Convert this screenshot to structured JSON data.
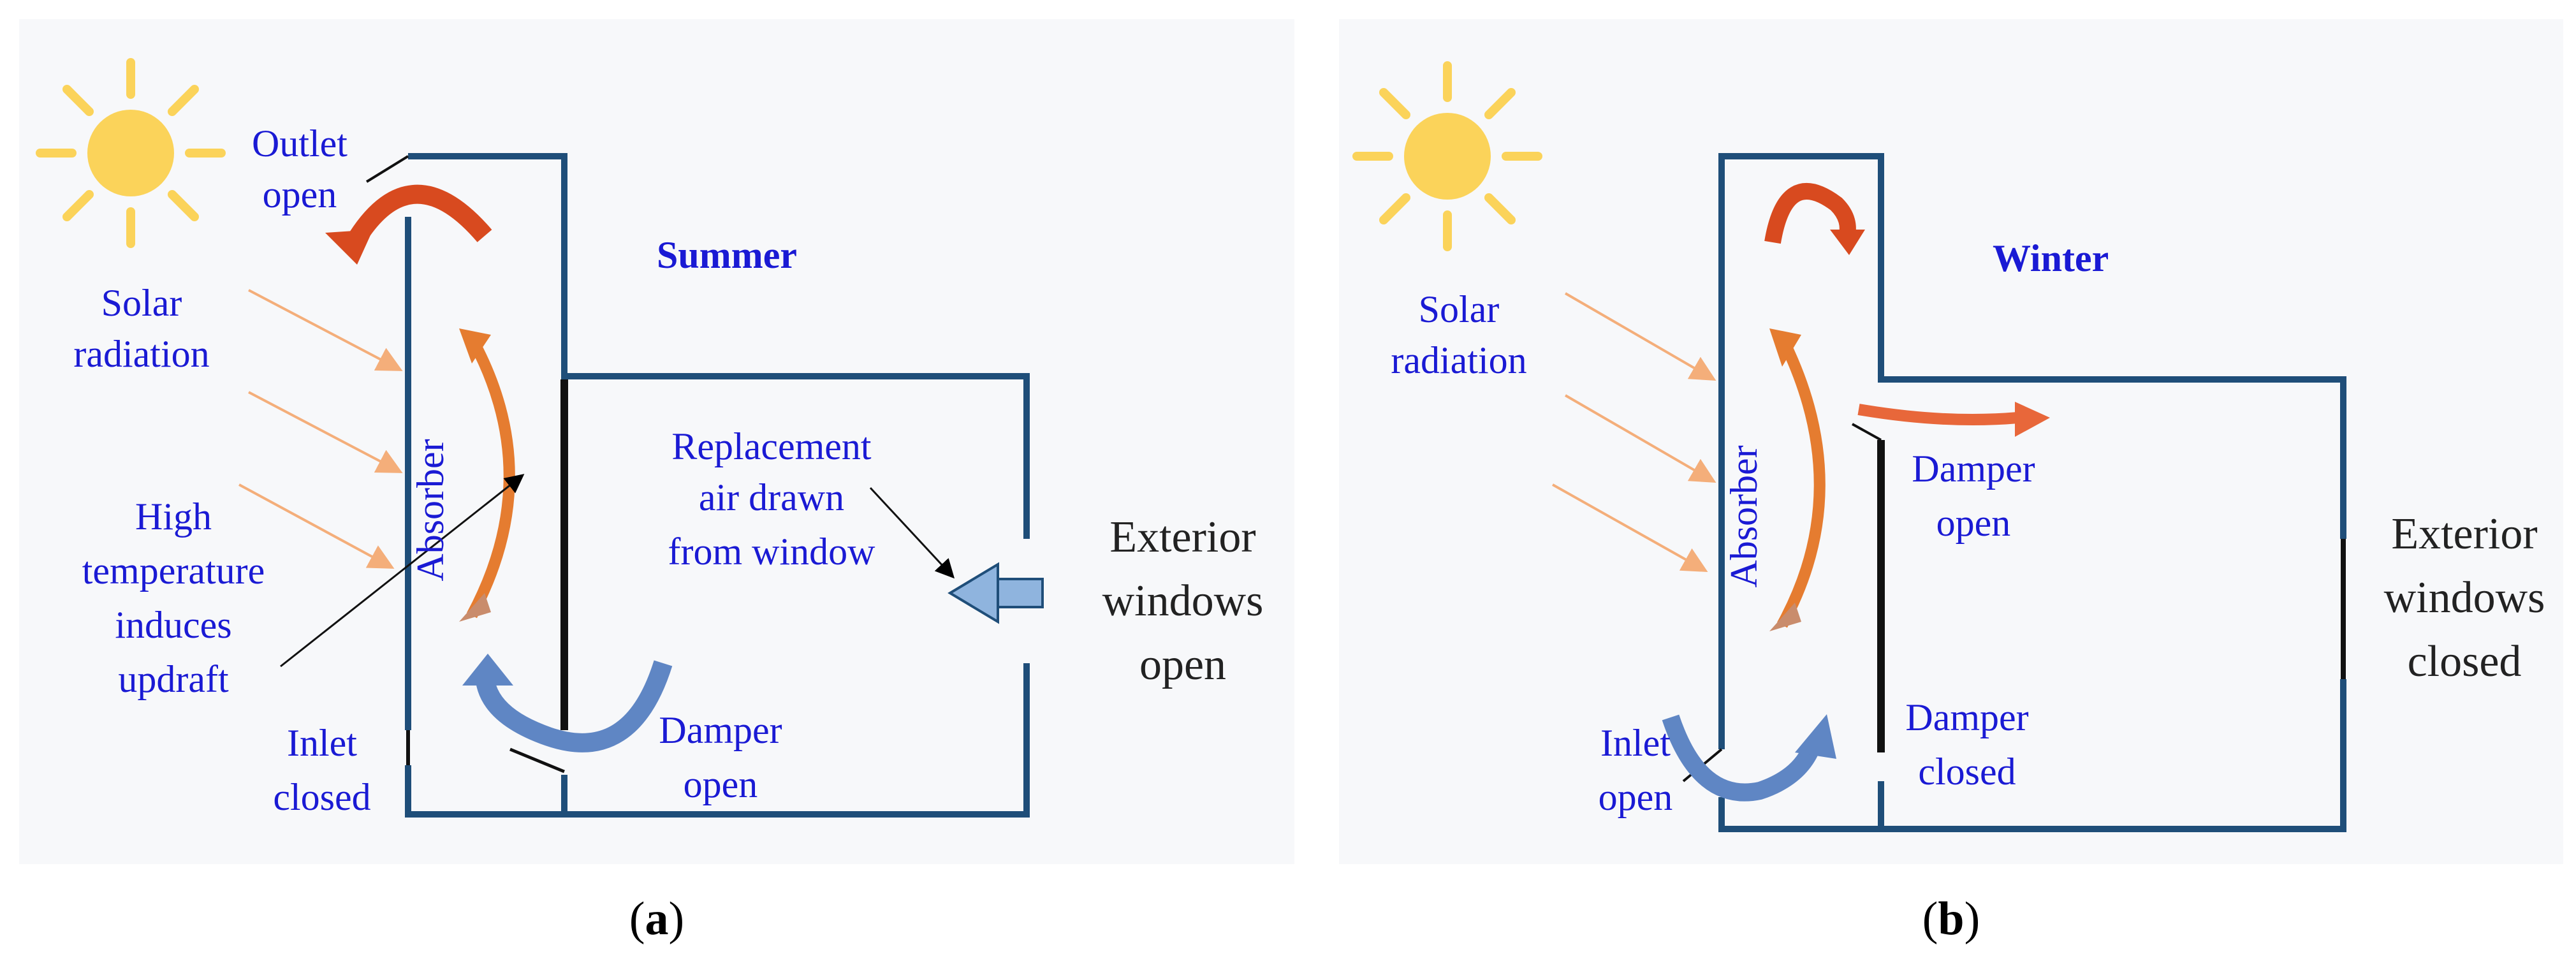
{
  "panel_a": {
    "title": "Summer",
    "outlet": [
      "Outlet",
      "open"
    ],
    "solar": [
      "Solar",
      "radiation"
    ],
    "absorber": "Absorber",
    "high_temp": [
      "High",
      "temperature",
      "induces",
      "updraft"
    ],
    "inlet": [
      "Inlet",
      "closed"
    ],
    "replacement": [
      "Replacement",
      "air drawn",
      "from window"
    ],
    "damper": [
      "Damper",
      "open"
    ],
    "exterior": [
      "Exterior",
      "windows",
      "open"
    ],
    "caption": "a"
  },
  "panel_b": {
    "title": "Winter",
    "solar": [
      "Solar",
      "radiation"
    ],
    "absorber": "Absorber",
    "damper_top": [
      "Damper",
      "open"
    ],
    "inlet": [
      "Inlet",
      "open"
    ],
    "damper_bottom": [
      "Damper",
      "closed"
    ],
    "exterior": [
      "Exterior",
      "windows",
      "closed"
    ],
    "caption": "b"
  },
  "colors": {
    "panel_bg": "#f7f8fa",
    "wall": "#1f4e79",
    "label": "#1a1ad4",
    "sun": "#fbd35a",
    "hot_arrow": "#e05a20",
    "cool_arrow": "#5f86c4",
    "ray": "#f4ae7a"
  }
}
